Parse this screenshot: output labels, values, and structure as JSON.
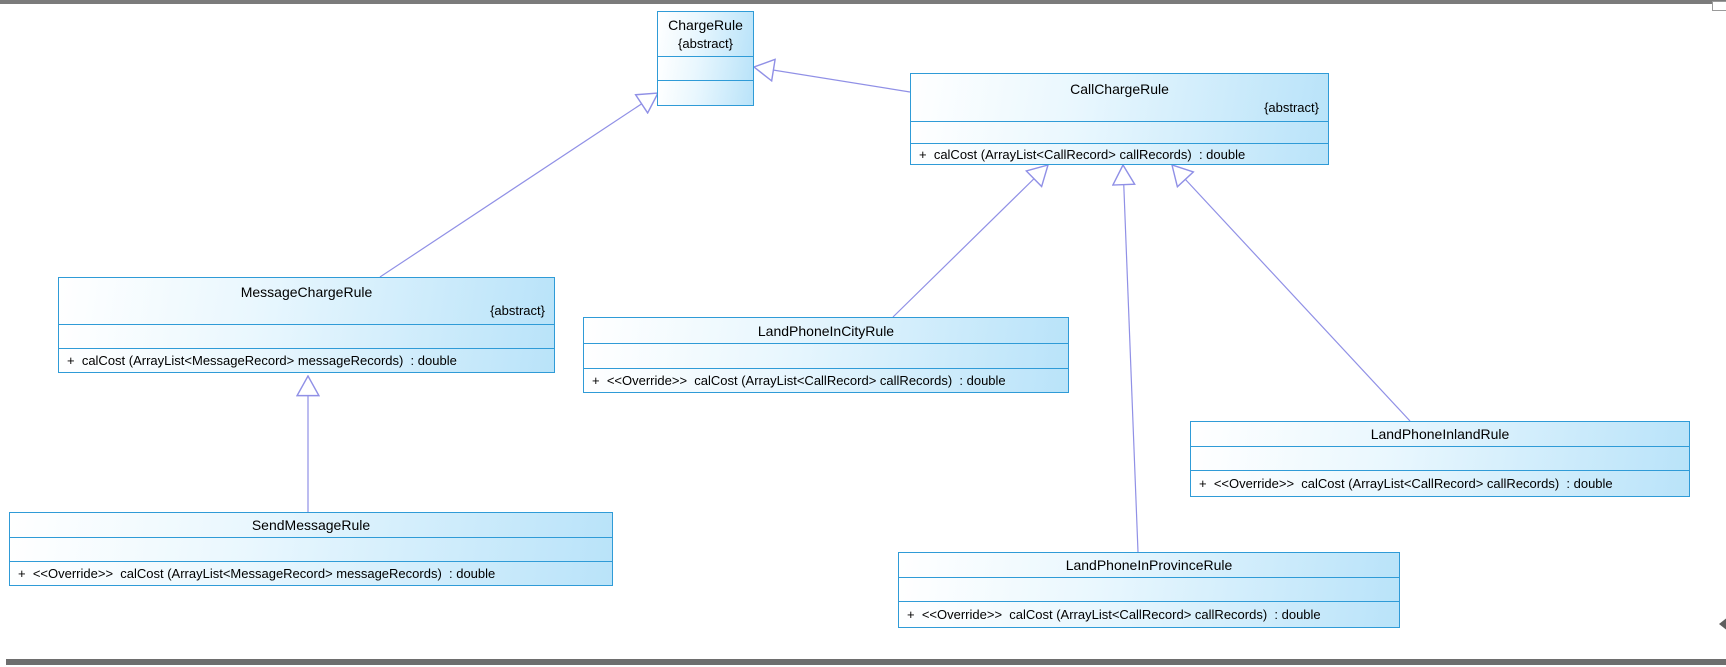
{
  "diagram": {
    "type": "uml-class-diagram",
    "colors": {
      "box_border": "#2f9bd7",
      "box_fill_light": "#ffffff",
      "box_fill_blue": "#b9e3f9",
      "edge_color": "#9090e6",
      "chrome_gray": "#6e6e6e"
    },
    "classes": [
      {
        "name": "ChargeRule",
        "stereotype": "{abstract}",
        "attributes": [],
        "method": ""
      },
      {
        "name": "CallChargeRule",
        "stereotype": "{abstract}",
        "attributes": [],
        "method": "+  calCost (ArrayList<CallRecord> callRecords)  : double"
      },
      {
        "name": "MessageChargeRule",
        "stereotype": "{abstract}",
        "attributes": [],
        "method": "+  calCost (ArrayList<MessageRecord> messageRecords)  : double"
      },
      {
        "name": "LandPhoneInCityRule",
        "stereotype": "",
        "attributes": [],
        "method": "+  <<Override>>  calCost (ArrayList<CallRecord> callRecords)  : double"
      },
      {
        "name": "LandPhoneInlandRule",
        "stereotype": "",
        "attributes": [],
        "method": "+  <<Override>>  calCost (ArrayList<CallRecord> callRecords)  : double"
      },
      {
        "name": "SendMessageRule",
        "stereotype": "",
        "attributes": [],
        "method": "+  <<Override>>  calCost (ArrayList<MessageRecord> messageRecords)  : double"
      },
      {
        "name": "LandPhoneInProvinceRule",
        "stereotype": "",
        "attributes": [],
        "method": "+  <<Override>>  calCost (ArrayList<CallRecord> callRecords)  : double"
      }
    ],
    "relations": [
      {
        "type": "generalization",
        "from": "CallChargeRule",
        "to": "ChargeRule"
      },
      {
        "type": "generalization",
        "from": "MessageChargeRule",
        "to": "ChargeRule"
      },
      {
        "type": "generalization",
        "from": "SendMessageRule",
        "to": "MessageChargeRule"
      },
      {
        "type": "generalization",
        "from": "LandPhoneInCityRule",
        "to": "CallChargeRule"
      },
      {
        "type": "generalization",
        "from": "LandPhoneInProvinceRule",
        "to": "CallChargeRule"
      },
      {
        "type": "generalization",
        "from": "LandPhoneInlandRule",
        "to": "CallChargeRule"
      }
    ]
  }
}
